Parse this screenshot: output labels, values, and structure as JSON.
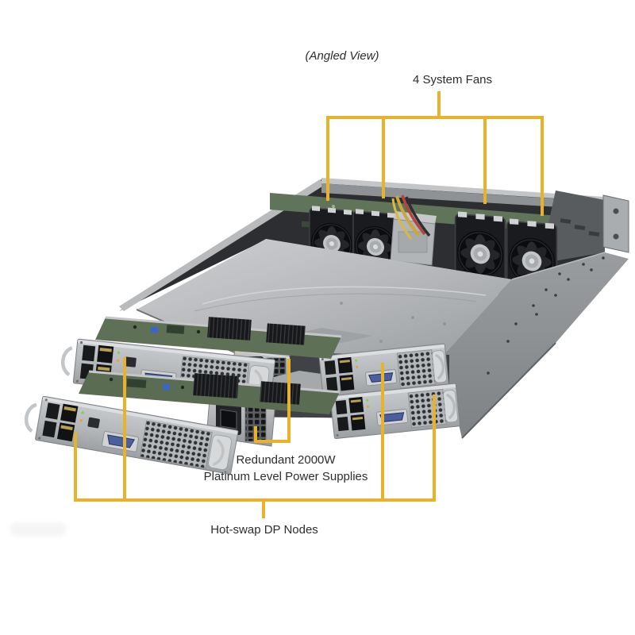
{
  "figure": {
    "view_label": "(Angled View)",
    "callouts": {
      "fans": "4 System Fans",
      "psu_line1": "Redundant 2000W",
      "psu_line2": "Platinum Level Power Supplies",
      "nodes": "Hot-swap DP Nodes"
    },
    "accent_color": "#E8B32B",
    "text_color": "#2D2D2D",
    "background": "#FFFFFF"
  }
}
